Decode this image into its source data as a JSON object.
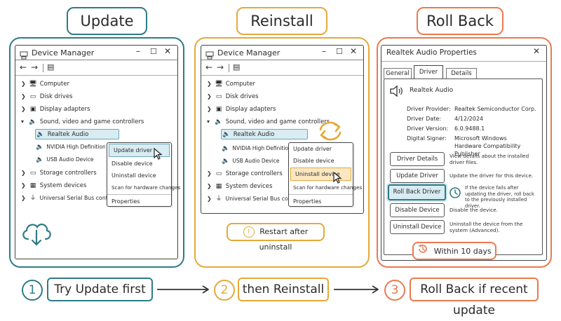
{
  "colors": {
    "teal": "#2f7b86",
    "amber": "#e5a93a",
    "orange": "#ea7a4e",
    "selection": "#d8ecf2",
    "green": "#2f8a6a"
  },
  "columns": {
    "update": {
      "title": "Update"
    },
    "reinstall": {
      "title": "Reinstall"
    },
    "rollback": {
      "title": "Roll Back"
    }
  },
  "device_manager": {
    "title": "Device Manager",
    "tree": {
      "computer": "Computer",
      "disk_drives": "Disk drives",
      "display_adapters": "Display adapters",
      "sound": "Sound, video and game controllers",
      "realtek": "Realtek Audio",
      "nvidia": "NVIDIA High Definition Audio",
      "usb": "USB Audio Device",
      "storage": "Storage controllers",
      "system": "System devices",
      "usb_ctrl": "Universal Serial Bus controllers"
    },
    "menu": {
      "update_driver": "Update driver",
      "disable_device": "Disable device",
      "uninstall_device": "Uninstall device",
      "scan": "Scan for hardware changes",
      "properties": "Properties"
    }
  },
  "reinstall_note": {
    "text": "Restart after uninstall",
    "icon": "alert-icon"
  },
  "properties": {
    "title": "Realtek Audio Properties",
    "tabs": {
      "general": "General",
      "driver": "Driver",
      "details": "Details"
    },
    "device_name": "Realtek Audio",
    "info": [
      {
        "label": "Driver Provider:",
        "value": "Realtek Semiconductor Corp."
      },
      {
        "label": "Driver Date:",
        "value": "4/12/2024"
      },
      {
        "label": "Driver Version:",
        "value": "6.0.9488.1"
      },
      {
        "label": "Digital Signer:",
        "value": "Microsoft Windows Hardware Compatibility Publisher"
      }
    ],
    "buttons": [
      {
        "label": "Driver Details",
        "desc": "View details about the installed driver files."
      },
      {
        "label": "Update Driver",
        "desc": "Update the driver for this device."
      },
      {
        "label": "Roll Back Driver",
        "desc": "If the device fails after updating the driver, roll back to the previously installed driver."
      },
      {
        "label": "Disable Device",
        "desc": "Disable the device."
      },
      {
        "label": "Uninstall Device",
        "desc": "Uninstall the device from the system (Advanced)."
      }
    ],
    "note": "Within 10 days"
  },
  "steps": [
    {
      "number": "1",
      "label": "Try Update first"
    },
    {
      "number": "2",
      "label": "then Reinstall"
    },
    {
      "number": "3",
      "label": "Roll Back if recent update"
    }
  ]
}
